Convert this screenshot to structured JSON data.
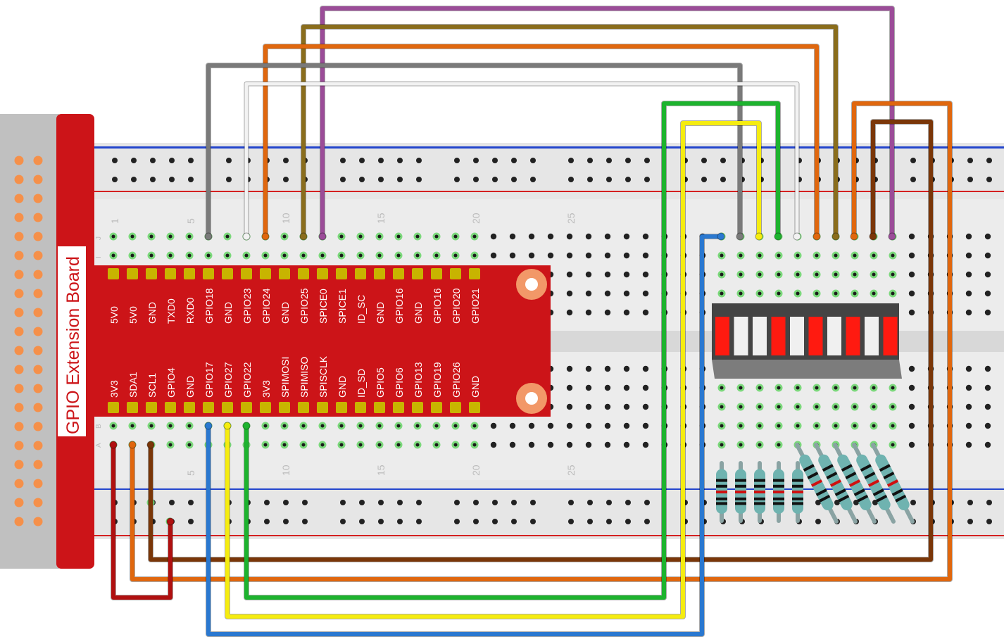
{
  "board": {
    "label": "GPIO Extension Board",
    "top_pins": [
      "5V0",
      "5V0",
      "GND",
      "TXD0",
      "RXD0",
      "GPIO18",
      "GND",
      "GPIO23",
      "GPIO24",
      "GND",
      "GPIO25",
      "SPICE0",
      "SPICE1",
      "ID_SC",
      "GND",
      "GPIO16",
      "GND",
      "GPIO16",
      "GPIO20",
      "GPIO21"
    ],
    "bottom_pins": [
      "3V3",
      "SDA1",
      "SCL1",
      "GPIO4",
      "GND",
      "GPIO17",
      "GPIO27",
      "GPIO22",
      "3V3",
      "SPIMOSI",
      "SPIMISO",
      "SPISCLK",
      "GND",
      "ID_SD",
      "GPIO5",
      "GPIO6",
      "GPIO13",
      "GPIO19",
      "GPIO26",
      "GND"
    ]
  },
  "breadboard": {
    "top_numbers": [
      "1",
      "5",
      "10",
      "15",
      "20",
      "25"
    ],
    "bottom_numbers": [
      "5",
      "10",
      "15",
      "20",
      "25"
    ],
    "row_letters_top": [
      "J",
      "I"
    ],
    "row_letters_bottom": [
      "B",
      "A"
    ]
  },
  "led_bar": {
    "segments": [
      "red",
      "white",
      "white",
      "red",
      "white",
      "red",
      "white",
      "red",
      "white",
      "red"
    ]
  },
  "colors": {
    "board_red": "#cc1418",
    "gray": "#7a7a7a",
    "white_wire": "#f2f2f2",
    "orange": "#e0670e",
    "olive": "#8a6d1c",
    "purple": "#9b4c98",
    "green": "#1db32e",
    "yellow": "#f5ec10",
    "brown": "#7a3608",
    "blue": "#2a78d0",
    "dark_red": "#b01010"
  }
}
